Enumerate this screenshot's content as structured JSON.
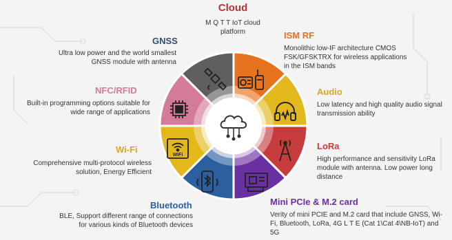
{
  "colors": {
    "cloud": "#b03434",
    "ism": "#e8731f",
    "audio": "#e2b81c",
    "lora": "#c63c3c",
    "mini": "#6a2fa0",
    "bluetooth": "#2c5fa0",
    "wifi": "#e2b81c",
    "nfc": "#d47a9a",
    "gnss": "#5f5f5f"
  },
  "cloud": {
    "title": "Cloud",
    "desc": "M Q T T IoT cloud\nplatform"
  },
  "ism": {
    "title": "ISM RF",
    "desc": "Monolithic low-IF architecture CMOS\nFSK/GFSKTRX for wireless applications\nin the ISM bands"
  },
  "audio": {
    "title": "Audio",
    "desc": "Low latency and high quality audio signal\ntransmission ability"
  },
  "lora": {
    "title": "LoRa",
    "desc": "High performance and sensitivity LoRa\nmodule with antenna. Low power long\ndistance"
  },
  "mini": {
    "title": "Mini PCIe & M.2 card",
    "desc": "Verity of mini PCIE and M.2 card that include GNSS, Wi-\nFi, Bluetooth, LoRa, 4G L T E  (Cat 1\\Cat 4\\NB-IoT) and\n5G"
  },
  "bluetooth": {
    "title": "Bluetooth",
    "desc": "BLE, Support different range of connections\nfor various kinds of Bluetooth devices"
  },
  "wifi": {
    "title": "Wi-Fi",
    "desc": "Comprehensive multi-protocol wireless\nsolution, Energy Efficient"
  },
  "nfc": {
    "title": "NFC/RFID",
    "desc": "Built-in programming options suitable for\nwide range of applications"
  },
  "gnss": {
    "title": "GNSS",
    "desc": "Ultra low power and the world smallest\nGNSS module with antenna"
  },
  "icons": {
    "center": "cloud-network-icon",
    "gnss": "satellite-icon",
    "ism": "radio-walkie-talkie-icon",
    "audio": "headphones-icon",
    "lora": "antenna-tower-icon",
    "mini": "pcie-card-icon",
    "bluetooth": "bluetooth-phone-icon",
    "wifi": "wifi-module-icon",
    "nfc": "chip-icon"
  }
}
